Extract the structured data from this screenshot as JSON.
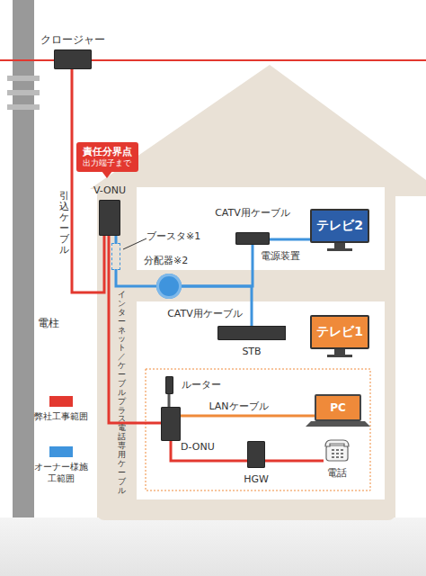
{
  "diagram": {
    "nodes": [
      {
        "text": [
          "クロージャー"
        ]
      },
      {
        "text": [
          "責任分界点",
          "出力端子まで"
        ]
      },
      {
        "text": [
          "V-ONU"
        ]
      },
      {
        "text": [
          "ブースタ※1"
        ]
      },
      {
        "text": [
          "分配器※2"
        ]
      },
      {
        "text": [
          "電源装置"
        ]
      },
      {
        "text": [
          "テレビ2"
        ]
      },
      {
        "text": [
          "STB"
        ]
      },
      {
        "text": [
          "テレビ1"
        ]
      },
      {
        "text": [
          "ルーター"
        ]
      },
      {
        "text": [
          "D-ONU"
        ]
      },
      {
        "text": [
          "PC"
        ]
      },
      {
        "text": [
          "HGW"
        ]
      },
      {
        "text": [
          "電話"
        ]
      }
    ],
    "edges": [
      {
        "from": 0,
        "to": 2,
        "arrow": "none"
      },
      {
        "from": 2,
        "to": 3,
        "arrow": "none"
      },
      {
        "from": 3,
        "to": 4,
        "arrow": "none"
      },
      {
        "from": 4,
        "to": 5,
        "arrow": "none"
      },
      {
        "from": 5,
        "to": 6,
        "arrow": "none"
      },
      {
        "from": 4,
        "to": 7,
        "arrow": "none"
      },
      {
        "from": 2,
        "to": 10,
        "arrow": "none"
      },
      {
        "from": 10,
        "to": 9,
        "arrow": "none"
      },
      {
        "from": 10,
        "to": 11,
        "label": "LANケーブル",
        "arrow": "none"
      },
      {
        "from": 10,
        "to": 12,
        "arrow": "none"
      },
      {
        "from": 12,
        "to": 13,
        "arrow": "none"
      }
    ],
    "labels": [
      "引込ケーブル",
      "電柱",
      "インターネット／ケーブルプラス電話専用ケーブル",
      "CATV用ケーブル",
      "CATV用ケーブル"
    ],
    "legend": [
      {
        "text": "弊社工事範囲",
        "color": "#e3382f"
      },
      {
        "text": "オーナー様施工範囲",
        "color": "#3f94dd"
      }
    ]
  }
}
